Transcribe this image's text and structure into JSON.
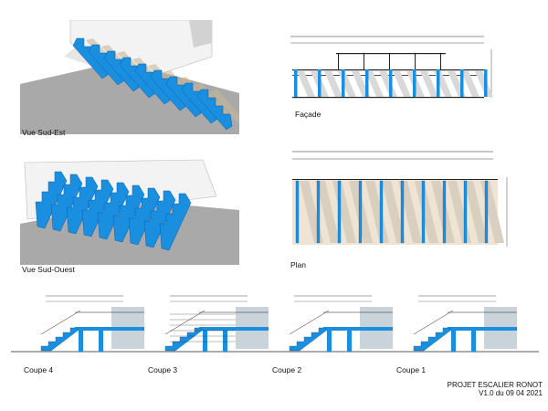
{
  "views": {
    "sud_est": "Vue Sud-Est",
    "sud_ouest": "Vue Sud-Ouest",
    "facade": "Façade",
    "plan": "Plan"
  },
  "sections": [
    {
      "label": "Coupe 4"
    },
    {
      "label": "Coupe 3"
    },
    {
      "label": "Coupe 2"
    },
    {
      "label": "Coupe 1"
    }
  ],
  "title_block": {
    "project": "PROJET ESCALIER RONOT",
    "version": "V1.0 du 09 04 2021"
  },
  "colors": {
    "stair_blue": "#1a8fe0",
    "stair_blue_dark": "#0b5fa8",
    "ground_grey": "#a9a9a9",
    "wall_grey": "#c9d3da",
    "wood_beige": "#e8dcc8",
    "line_dark": "#222222"
  }
}
